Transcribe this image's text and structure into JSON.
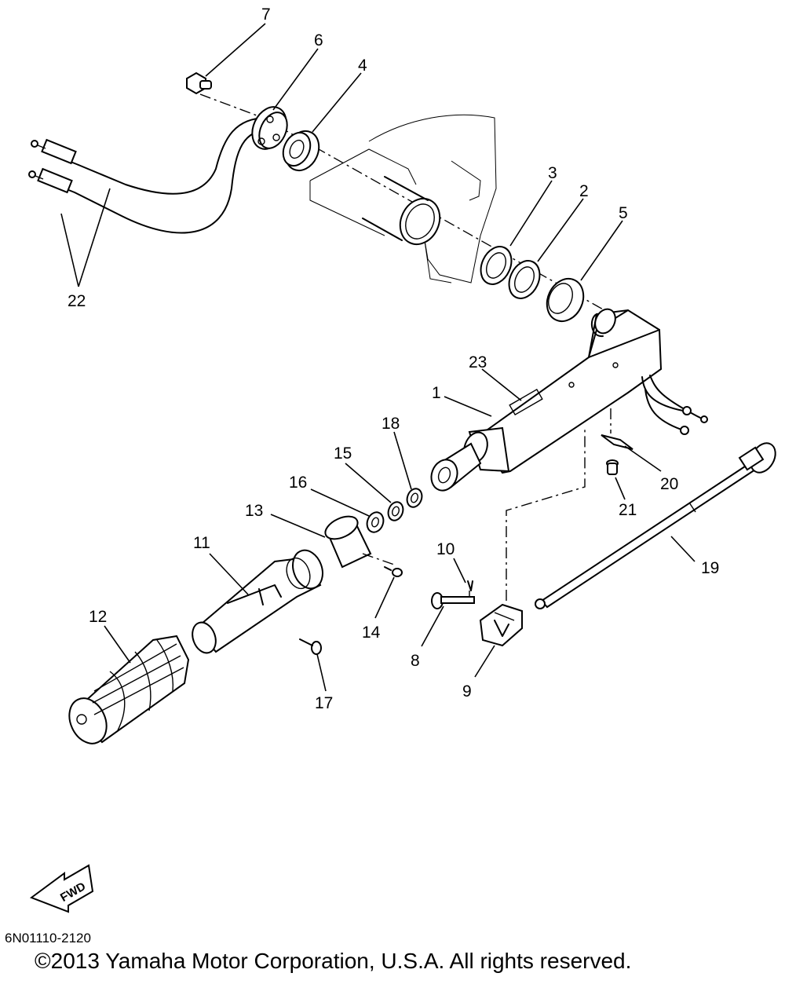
{
  "diagram": {
    "callouts": {
      "c1": "1",
      "c2": "2",
      "c3": "3",
      "c4": "4",
      "c5": "5",
      "c6": "6",
      "c7": "7",
      "c8": "8",
      "c9": "9",
      "c10": "10",
      "c11": "11",
      "c12": "12",
      "c13": "13",
      "c14": "14",
      "c15": "15",
      "c16": "16",
      "c17": "17",
      "c18": "18",
      "c19": "19",
      "c20": "20",
      "c21": "21",
      "c22": "22",
      "c23": "23"
    },
    "fwd_label": "FWD"
  },
  "footer": {
    "drawing_code": "6N01110-2120",
    "copyright": "©2013 Yamaha Motor Corporation, U.S.A. All rights reserved."
  }
}
